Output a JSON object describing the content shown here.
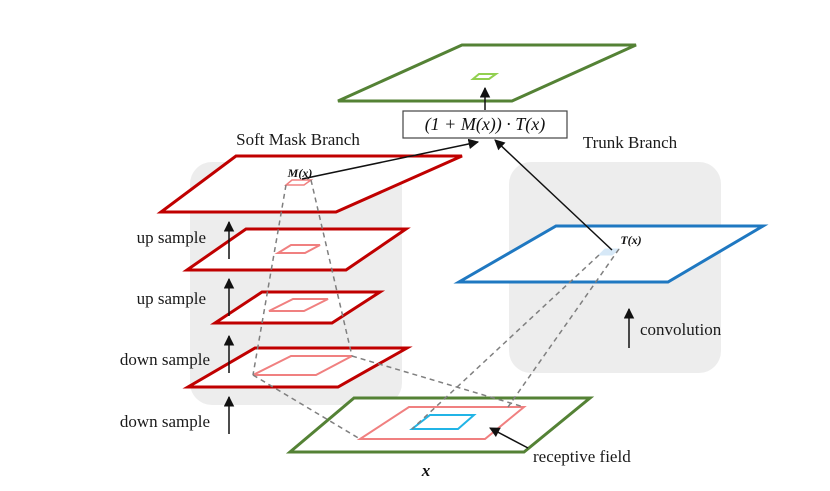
{
  "labels": {
    "soft_mask_branch": "Soft Mask Branch",
    "trunk_branch": "Trunk Branch",
    "up_sample_1": "up sample",
    "up_sample_2": "up sample",
    "down_sample_1": "down sample",
    "down_sample_2": "down sample",
    "convolution": "convolution",
    "receptive_field": "receptive field",
    "formula": "(1 + M(x)) · T(x)",
    "mask_output": "M(x)",
    "trunk_output": "T(x)",
    "input": "x"
  },
  "colors": {
    "mask_branch": "#c00000",
    "mask_receptive": "#f08080",
    "trunk_branch": "#1f78c1",
    "trunk_receptive": "#21b4e6",
    "input_output": "#548235",
    "output_highlight": "#92d050",
    "branch_background": "#ededed",
    "dashed_lines": "#7f7f7f"
  }
}
